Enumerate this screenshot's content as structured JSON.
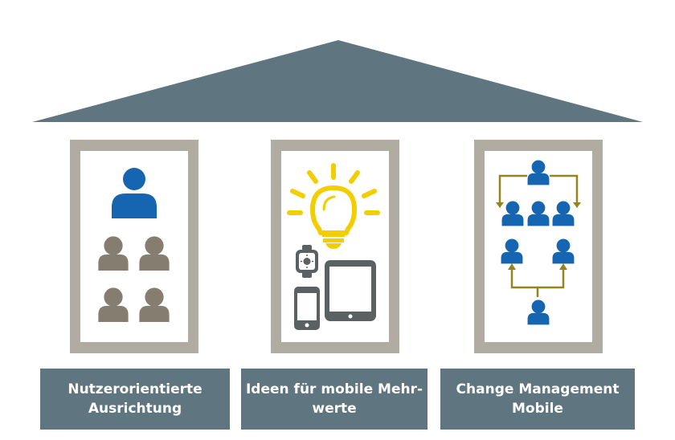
{
  "title": "Mobile Strategie",
  "pillars": [
    {
      "label_lines": [
        "Nutzerorientierte",
        "Ausrichtung"
      ],
      "icon": "people-group-icon"
    },
    {
      "label_lines": [
        "Ideen für mobile Mehr-",
        "werte"
      ],
      "icon": "lightbulb-devices-icon"
    },
    {
      "label_lines": [
        "Change Management",
        "Mobile"
      ],
      "icon": "org-chart-icon"
    }
  ],
  "colors": {
    "roof": "#5f7680",
    "base": "#5f7680",
    "pillar_frame": "#b1aca2",
    "accent_blue": "#1565b0",
    "people_grey": "#857d70",
    "bulb_yellow": "#f2cd00",
    "device_grey": "#5b6163",
    "connector_olive": "#938621"
  }
}
